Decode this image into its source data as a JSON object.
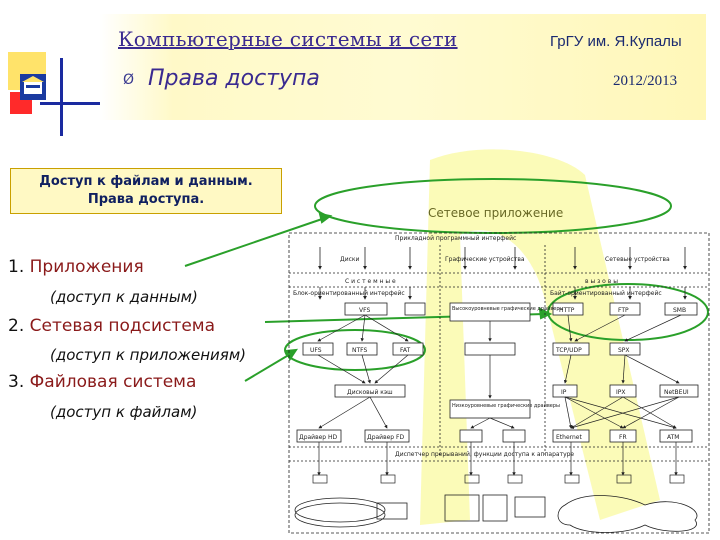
{
  "header": {
    "course_title": "Компьютерные системы и сети",
    "university": "ГрГУ им. Я.Купалы",
    "bullet": "Ø",
    "section_title": "Права доступа",
    "year": "2012/2013"
  },
  "topic_box": {
    "line1": "Доступ к файлам и данным.",
    "line2": "Права доступа."
  },
  "list": [
    {
      "num": "1.",
      "term": "Приложения",
      "sub": "(доступ к данным)"
    },
    {
      "num": "2.",
      "term": "Сетевая подсистема",
      "sub": "(доступ к приложениям)"
    },
    {
      "num": "3.",
      "term": "Файловая система",
      "sub": "(доступ к файлам)"
    }
  ],
  "diagram": {
    "net_app_label": "Сетевое приложение",
    "api_label": "Прикладной программный интерфейс",
    "top_categories": [
      "Диски",
      "Графические устройства",
      "Сетевые устройства"
    ],
    "syscalls": [
      "С и с т е м н ы е",
      "в ы з о в ы"
    ],
    "block_iface": "Блок-ориентированный интерфейс",
    "byte_iface": "Байт-ориентированный интерфейс",
    "vfs": "VFS",
    "hl_graphics": "Высокоуровневые графические драйверы",
    "fs": [
      "UFS",
      "NTFS",
      "FAT"
    ],
    "net_protocols": [
      "HTTP",
      "FTP",
      "SMB"
    ],
    "transport": [
      "TCP/UDP",
      "SPX"
    ],
    "disk_cache": "Дисковый кэш",
    "ll_graphics": "Низкоуровневые графические драйверы",
    "network": [
      "IP",
      "IPX",
      "NetBEUI"
    ],
    "drivers": [
      "Драйвер HD",
      "Драйвер FD"
    ],
    "link": [
      "Ethernet",
      "FR",
      "ATM"
    ],
    "dispatcher": "Диспетчер прерываний, функции доступа к аппаратуре"
  },
  "colors": {
    "title": "#3a2a90",
    "header_band": "#fffbd2",
    "topic_box": "#fff9c4",
    "list_term": "#8a1a1a",
    "highlight_green": "#2aa02a",
    "watermark": "#f2f200"
  }
}
